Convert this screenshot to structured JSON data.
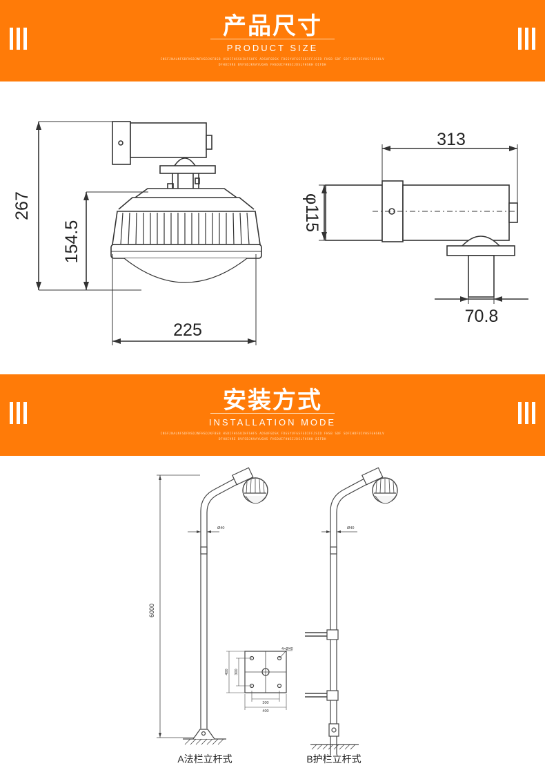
{
  "section1": {
    "title": "产品尺寸",
    "subtitle": "PRODUCT SIZE",
    "fine_text": "CNSFJNALNFSDFNSDJNFHSDJKFBSB HSDIFHSSUIHFSHFS ADSUFGDSK FDGSYUFGSFGDIFFJSID FHSB SDF SDFIHDFUIVHSFGHSKLV DFHUIVRE BVFSDJKVAYUGHS FHSDUIFHNSIJDSLFHSKH DIFDH"
  },
  "product_drawing": {
    "height_total": "267",
    "height_body": "154.5",
    "width_body": "225",
    "diameter": "φ115",
    "arm_length": "313",
    "bracket_width": "70.8"
  },
  "section2": {
    "title": "安装方式",
    "subtitle": "INSTALLATION MODE",
    "fine_text": "CNSFJNALNFSDFNSDJNFHSDJKFBSB HSDIFHSSUIHFSHFS ADSUFGDSK FDGSYUFGSFGDIFFJSID FHSB SDF SDFIHDFUIVHSFGHSKLV DFHUIVRE BVFSDJKVAYUGHS FHSDUIFHNSIJDSLFHSKH DIFDH"
  },
  "install_drawing": {
    "pole_height": "6000",
    "pole_diameter_a": "Ø40",
    "pole_diameter_b": "Ø40",
    "hole_spec": "4×Ø40",
    "plate_outer_h": "400",
    "plate_inner_h": "300",
    "plate_inner_w": "300",
    "plate_outer_w": "400",
    "caption_a": "A法栏立杆式",
    "caption_b": "B护栏立杆式"
  },
  "colors": {
    "banner": "#ff7b08",
    "line": "#333333"
  }
}
